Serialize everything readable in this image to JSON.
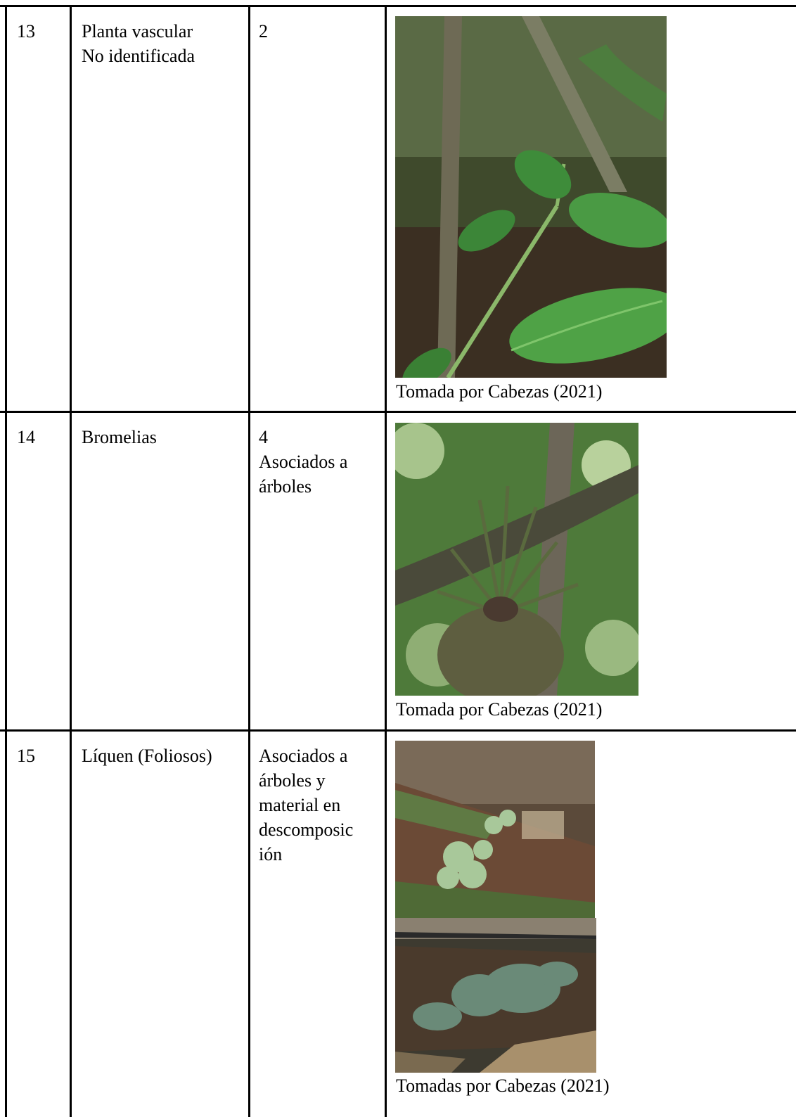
{
  "rows": [
    {
      "number": "13",
      "name_lines": [
        "Planta vascular",
        "No identificada"
      ],
      "count_lines": [
        "2"
      ],
      "photo_icons": [
        "vascular-plant-photo"
      ],
      "caption": "Tomada por Cabezas (2021)"
    },
    {
      "number": "14",
      "name_lines": [
        "Bromelias"
      ],
      "count_lines": [
        "4",
        "Asociados a",
        "árboles"
      ],
      "photo_icons": [
        "bromeliad-photo"
      ],
      "caption": "Tomada por Cabezas (2021)"
    },
    {
      "number": "15",
      "name_lines": [
        "Líquen (Foliosos)"
      ],
      "count_lines": [
        "Asociados a",
        "árboles y",
        "material en",
        "descomposic",
        "ión"
      ],
      "photo_icons": [
        "lichen-photo-top",
        "lichen-photo-bottom"
      ],
      "caption": "Tomadas por Cabezas (2021)"
    }
  ]
}
